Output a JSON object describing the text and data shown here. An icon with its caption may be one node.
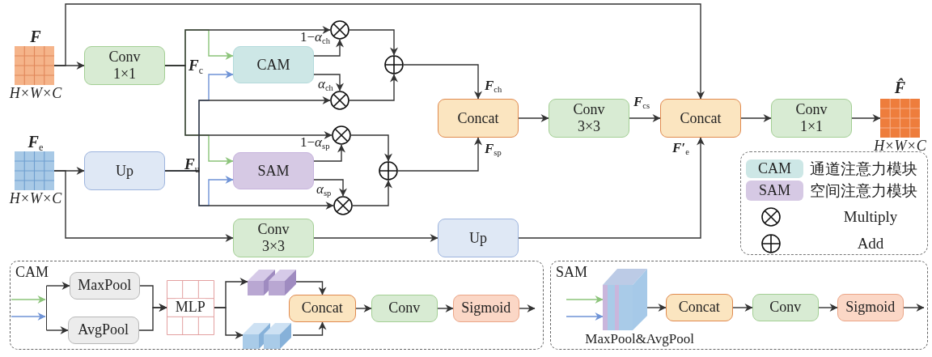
{
  "diagram": {
    "nodes": [
      {
        "text": [
          "F",
          "H×W×C"
        ]
      },
      {
        "text": [
          "Conv 1×1"
        ]
      },
      {
        "text": [
          "CAM"
        ]
      },
      {
        "text": [],
        "shape": "circle"
      },
      {
        "text": [],
        "shape": "circle"
      },
      {
        "text": [],
        "shape": "circle"
      },
      {
        "text": [
          "F$_{e}$",
          "H×W×C"
        ]
      },
      {
        "text": [
          "Up"
        ]
      },
      {
        "text": [
          "SAM"
        ]
      },
      {
        "text": [],
        "shape": "circle"
      },
      {
        "text": [],
        "shape": "circle"
      },
      {
        "text": [],
        "shape": "circle"
      },
      {
        "text": [
          "Concat"
        ]
      },
      {
        "text": [
          "Conv 3×3"
        ]
      },
      {
        "text": [
          "Concat"
        ]
      },
      {
        "text": [
          "Conv 1×1"
        ]
      },
      {
        "text": [
          "F̂",
          "H×W×C"
        ]
      },
      {
        "text": [
          "Conv 3×3"
        ]
      },
      {
        "text": [
          "Up"
        ]
      },
      {
        "text": [
          "CAM"
        ]
      },
      {
        "text": [],
        "shape": "bar",
        "in": 19
      },
      {
        "text": [
          "MaxPool"
        ],
        "in": 19
      },
      {
        "text": [
          "AvgPool"
        ],
        "in": 19
      },
      {
        "text": [
          "MLP"
        ],
        "in": 19
      },
      {
        "text": [],
        "shape": "picture",
        "in": 19
      },
      {
        "text": [],
        "shape": "picture",
        "in": 19
      },
      {
        "text": [
          "Concat"
        ],
        "in": 19
      },
      {
        "text": [
          "Conv"
        ],
        "in": 19
      },
      {
        "text": [
          "Sigmoid"
        ],
        "in": 19
      },
      {
        "text": [
          "SAM"
        ]
      },
      {
        "text": [
          "MaxPool&AvgPool"
        ],
        "in": 29
      },
      {
        "text": [
          "Concat"
        ],
        "in": 29
      },
      {
        "text": [
          "Conv"
        ],
        "in": 29
      },
      {
        "text": [
          "Sigmoid"
        ],
        "in": 29
      }
    ],
    "edges": [
      {
        "from": 0,
        "to": 1,
        "arrow": "to"
      },
      {
        "from": 0,
        "to": 14,
        "arrow": "to"
      },
      {
        "from": 1,
        "to": 3,
        "arrow": "to"
      },
      {
        "from": 1,
        "to": 9,
        "arrow": "to"
      },
      {
        "from": 1,
        "to": 2,
        "arrow": "to",
        "color": "#8cc47a"
      },
      {
        "from": 1,
        "to": 8,
        "arrow": "to",
        "color": "#8cc47a"
      },
      {
        "from": 7,
        "to": 4,
        "arrow": "to"
      },
      {
        "from": 7,
        "to": 10,
        "arrow": "to"
      },
      {
        "from": 7,
        "to": 2,
        "arrow": "to",
        "color": "#6f93d6"
      },
      {
        "from": 7,
        "to": 8,
        "arrow": "to",
        "color": "#6f93d6"
      },
      {
        "from": 2,
        "to": 3,
        "arrow": "to",
        "label": "1−*α*$_{ch}$"
      },
      {
        "from": 2,
        "to": 4,
        "arrow": "to",
        "label": "*α*$_{ch}$"
      },
      {
        "from": 8,
        "to": 9,
        "arrow": "to",
        "label": "1−*α*$_{sp}$"
      },
      {
        "from": 8,
        "to": 10,
        "arrow": "to",
        "label": "*α*$_{sp}$"
      },
      {
        "from": 3,
        "to": 5,
        "arrow": "to"
      },
      {
        "from": 4,
        "to": 5,
        "arrow": "to"
      },
      {
        "from": 9,
        "to": 11,
        "arrow": "to"
      },
      {
        "from": 10,
        "to": 11,
        "arrow": "to"
      },
      {
        "from": 5,
        "to": 12,
        "arrow": "to",
        "label": "F$_{ch}$"
      },
      {
        "from": 11,
        "to": 12,
        "arrow": "to",
        "label": "F$_{sp}$"
      },
      {
        "from": 12,
        "to": 13,
        "arrow": "to"
      },
      {
        "from": 13,
        "to": 14,
        "arrow": "to",
        "label": "F$_{cs}$"
      },
      {
        "from": 14,
        "to": 15,
        "arrow": "to"
      },
      {
        "from": 15,
        "to": 16,
        "arrow": "to"
      },
      {
        "from": 6,
        "to": 7,
        "arrow": "to"
      },
      {
        "from": 6,
        "to": 17,
        "arrow": "to"
      },
      {
        "from": 17,
        "to": 18,
        "arrow": "to"
      },
      {
        "from": 18,
        "to": 14,
        "arrow": "to",
        "label": "F′$_{e}$"
      },
      {
        "from": null,
        "to": 20,
        "arrow": "to",
        "color": "#8cc47a"
      },
      {
        "from": null,
        "to": 20,
        "arrow": "to",
        "color": "#6f93d6"
      },
      {
        "from": 20,
        "to": 21,
        "arrow": "to"
      },
      {
        "from": 20,
        "to": 22,
        "arrow": "to"
      },
      {
        "from": 21,
        "to": 23,
        "arrow": "to"
      },
      {
        "from": 22,
        "to": 23,
        "arrow": "to"
      },
      {
        "from": 23,
        "to": 24,
        "arrow": "to"
      },
      {
        "from": 23,
        "to": 25,
        "arrow": "to"
      },
      {
        "from": 24,
        "to": 26,
        "arrow": "to"
      },
      {
        "from": 25,
        "to": 26,
        "arrow": "to"
      },
      {
        "from": 26,
        "to": 27,
        "arrow": "to"
      },
      {
        "from": 27,
        "to": 28,
        "arrow": "to"
      },
      {
        "from": 28,
        "to": null,
        "arrow": "to"
      },
      {
        "from": null,
        "to": 30,
        "arrow": "to",
        "color": "#8cc47a"
      },
      {
        "from": null,
        "to": 30,
        "arrow": "to",
        "color": "#6f93d6"
      },
      {
        "from": 30,
        "to": 31,
        "arrow": "to"
      },
      {
        "from": 31,
        "to": 32,
        "arrow": "to"
      },
      {
        "from": 32,
        "to": 33,
        "arrow": "to"
      },
      {
        "from": 33,
        "to": null,
        "arrow": "to"
      }
    ],
    "labels": [
      "F$_{c}$",
      "F$_{u}$",
      "CAM",
      "SAM"
    ],
    "legend": [
      {
        "text": "通道注意力模块",
        "color": "#cde7e6"
      },
      {
        "text": "空间注意力模块",
        "color": "#d6c9e4"
      },
      {
        "text": "Multiply"
      },
      {
        "text": "Add"
      }
    ]
  }
}
